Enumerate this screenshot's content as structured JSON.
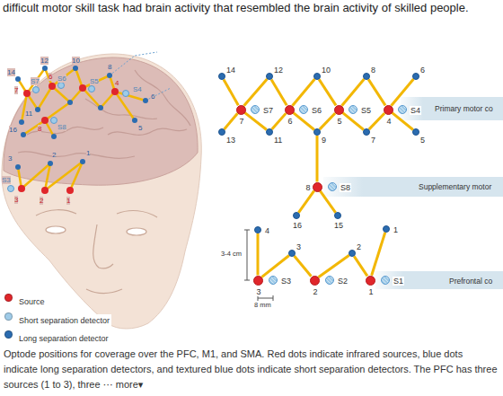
{
  "diagram": {
    "caption": "Optode positions for coverage over the PFC, M1, and SMA. Red dots indicate infrared sources, blue dots indicate long separation detectors, and textured blue dots indicate short separation detectors. The PFC has three sources (1 to 3), three ⋯ more▾",
    "nodes": [
      {
        "text": [
          "14"
        ]
      },
      {
        "text": [
          "12"
        ]
      },
      {
        "text": [
          "10"
        ]
      },
      {
        "text": [
          "8"
        ]
      },
      {
        "text": [
          "6"
        ]
      },
      {
        "text": [
          "7"
        ]
      },
      {
        "text": [
          "S7"
        ]
      },
      {
        "text": [
          "6"
        ]
      },
      {
        "text": [
          "S6"
        ]
      },
      {
        "text": [
          "5"
        ]
      },
      {
        "text": [
          "S5"
        ]
      },
      {
        "text": [
          "4"
        ]
      },
      {
        "text": [
          "S4"
        ]
      },
      {
        "text": [
          "Primary motor co"
        ]
      },
      {
        "text": [
          "13"
        ]
      },
      {
        "text": [
          "11"
        ]
      },
      {
        "text": [
          "9"
        ]
      },
      {
        "text": [
          "7"
        ]
      },
      {
        "text": [
          "5"
        ]
      },
      {
        "text": [
          "8"
        ]
      },
      {
        "text": [
          "S8"
        ]
      },
      {
        "text": [
          "Supplementary motor"
        ]
      },
      {
        "text": [
          "16"
        ]
      },
      {
        "text": [
          "15"
        ]
      },
      {
        "text": [
          "4"
        ]
      },
      {
        "text": [
          "3"
        ]
      },
      {
        "text": [
          "2"
        ]
      },
      {
        "text": [
          "1"
        ]
      },
      {
        "text": [
          "3"
        ]
      },
      {
        "text": [
          "S3"
        ]
      },
      {
        "text": [
          "2"
        ]
      },
      {
        "text": [
          "S2"
        ]
      },
      {
        "text": [
          "1"
        ]
      },
      {
        "text": [
          "S1"
        ]
      },
      {
        "text": [
          "Prefrontal co"
        ]
      }
    ],
    "edges": [
      {
        "from": 5,
        "to": 0,
        "arrow": "none"
      },
      {
        "from": 5,
        "to": 1,
        "arrow": "none"
      },
      {
        "from": 5,
        "to": 14,
        "arrow": "none"
      },
      {
        "from": 5,
        "to": 15,
        "arrow": "none"
      },
      {
        "from": 7,
        "to": 1,
        "arrow": "none"
      },
      {
        "from": 7,
        "to": 2,
        "arrow": "none"
      },
      {
        "from": 7,
        "to": 15,
        "arrow": "none"
      },
      {
        "from": 7,
        "to": 16,
        "arrow": "none"
      },
      {
        "from": 9,
        "to": 2,
        "arrow": "none"
      },
      {
        "from": 9,
        "to": 3,
        "arrow": "none"
      },
      {
        "from": 9,
        "to": 16,
        "arrow": "none"
      },
      {
        "from": 9,
        "to": 17,
        "arrow": "none"
      },
      {
        "from": 11,
        "to": 3,
        "arrow": "none"
      },
      {
        "from": 11,
        "to": 4,
        "arrow": "none"
      },
      {
        "from": 11,
        "to": 17,
        "arrow": "none"
      },
      {
        "from": 11,
        "to": 18,
        "arrow": "none"
      },
      {
        "from": 19,
        "to": 16,
        "arrow": "none"
      },
      {
        "from": 19,
        "to": 22,
        "arrow": "none"
      },
      {
        "from": 19,
        "to": 23,
        "arrow": "none"
      },
      {
        "from": 28,
        "to": 24,
        "arrow": "none"
      },
      {
        "from": 28,
        "to": 25,
        "arrow": "none"
      },
      {
        "from": 30,
        "to": 25,
        "arrow": "none"
      },
      {
        "from": 30,
        "to": 26,
        "arrow": "none"
      },
      {
        "from": 32,
        "to": 26,
        "arrow": "none"
      },
      {
        "from": 32,
        "to": 27,
        "arrow": "none"
      }
    ],
    "labels": [
      "difficult motor skill task had brain activity that resembled the brain activity of skilled people.",
      "14",
      "12",
      "10",
      "6",
      "8",
      "7",
      "S7",
      "S6",
      "S5",
      "4",
      "S4",
      "6",
      "11",
      "16",
      "8",
      "S8",
      "5",
      "3",
      "2",
      "1",
      "S3",
      "3",
      "2",
      "1",
      "3-4 cm",
      "8 mm"
    ],
    "legend": [
      {
        "text": "Source",
        "color": "#e0262b"
      },
      {
        "text": "Short separation detector",
        "color": "#9fcbe8"
      },
      {
        "text": "Long separation detector",
        "color": "#2b6cb0"
      }
    ]
  }
}
